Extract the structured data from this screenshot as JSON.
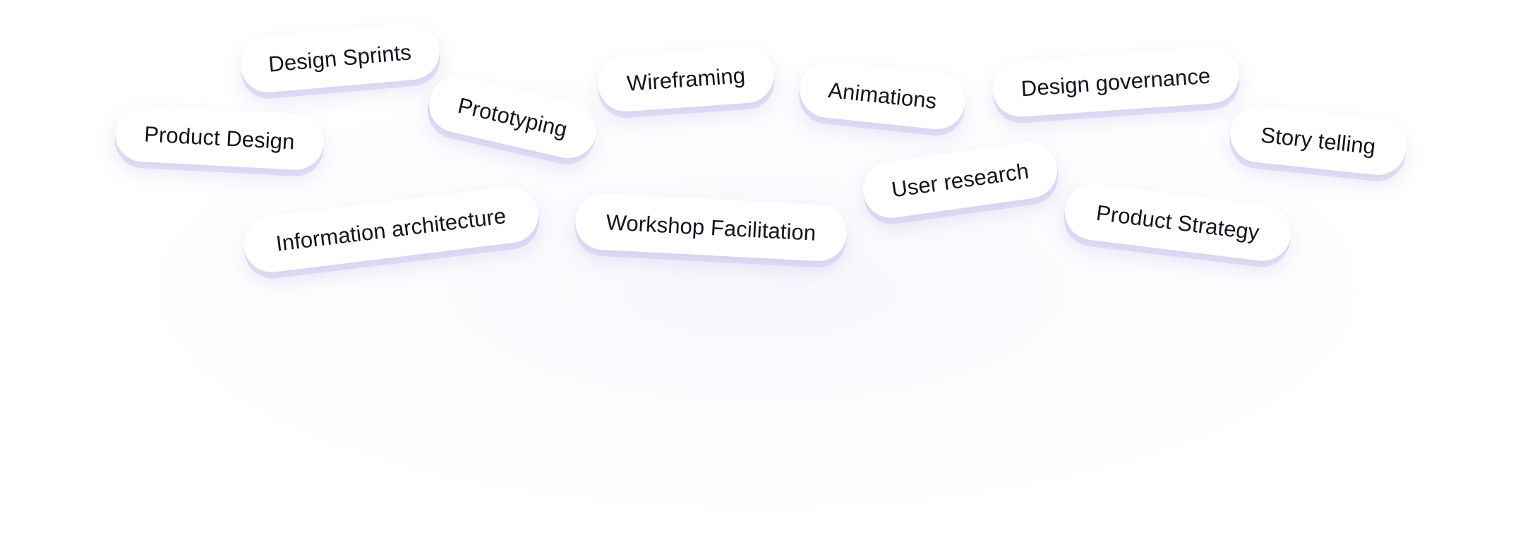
{
  "tags": {
    "design_sprints": "Design Sprints",
    "product_design": "Product Design",
    "prototyping": "Prototyping",
    "wireframing": "Wireframing",
    "animations": "Animations",
    "design_governance": "Design governance",
    "story_telling": "Story telling",
    "information_architecture": "Information architecture",
    "workshop_facilitation": "Workshop Facilitation",
    "user_research": "User research",
    "product_strategy": "Product Strategy"
  },
  "colors": {
    "background": "#ffffff",
    "pill_background": "#ffffff",
    "text": "#14141c",
    "shadow_accent": "#cdc8f0"
  }
}
